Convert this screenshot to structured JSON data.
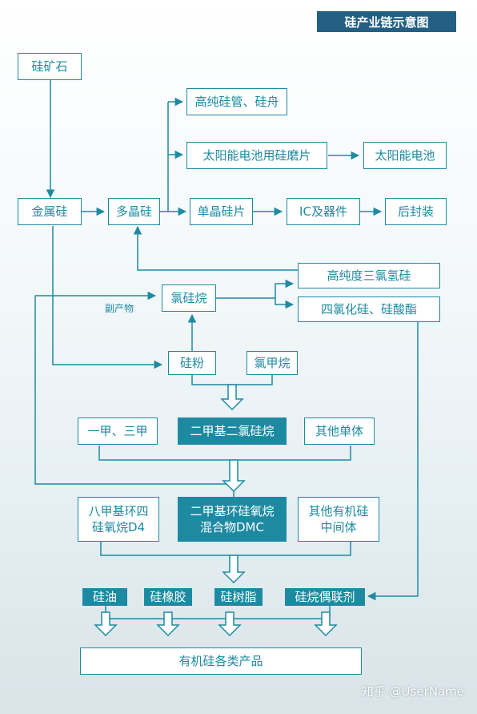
{
  "header": {
    "title": "硅产业链示意图"
  },
  "nodes": {
    "ore": "硅矿石",
    "hp_tube": "高纯硅管、硅舟",
    "solar_wafer": "太阳能电池用硅磨片",
    "solar_cell": "太阳能电池",
    "metal_si": "金属硅",
    "poly_si": "多晶硅",
    "mono_wafer": "单晶硅片",
    "ic": "IC及器件",
    "packaging": "后封装",
    "tcs": "高纯度三氯氢硅",
    "chlorosilane": "氯硅烷",
    "sicl4": "四氯化硅、硅酸酯",
    "si_powder": "硅粉",
    "chloromethane": "氯甲烷",
    "mono_tri": "一甲、三甲",
    "dmdcs": "二甲基二氯硅烷",
    "other_monomer": "其他单体",
    "d4": "八甲基环四\n硅氧烷D4",
    "dmc": "二甲基环硅氧烷\n混合物DMC",
    "other_intermediate": "其他有机硅\n中间体",
    "silicone_oil": "硅油",
    "silicone_rubber": "硅橡胶",
    "silicone_resin": "硅树脂",
    "silane_coupling": "硅烷偶联剂",
    "products": "有机硅各类产品"
  },
  "labels": {
    "byproduct": "副产物"
  },
  "watermark": "知乎 @UserName",
  "colors": {
    "accent": "#1e8aa2",
    "title_bg": "#235f82"
  }
}
